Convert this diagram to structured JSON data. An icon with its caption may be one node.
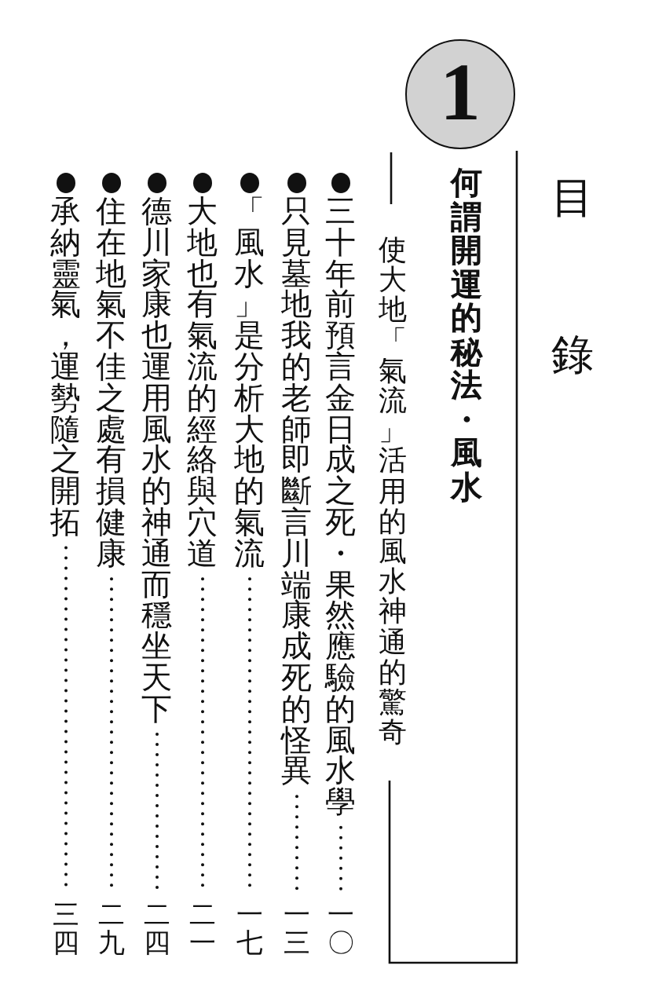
{
  "diagram": {
    "title": "目錄",
    "nodes": [
      {
        "text": [
          "1"
        ]
      }
    ],
    "labels": [
      "何謂開運的秘法・風水",
      "使大地「氣流」活用的風水神通的驚奇",
      "三十年前預言金日成之死・果然應驗的風水學",
      "一〇",
      "只見墓地我的老師即斷言川端康成死的怪異",
      "一三",
      "「風水」是分析大地的氣流",
      "一七",
      "大地也有氣流的經絡與穴道",
      "二一",
      "德川家康也運用風水的神通而穩坐天下",
      "二四",
      "住在地氣不佳之處有損健康",
      "二九",
      "承納靈氣，運勢隨之開拓",
      "三四"
    ]
  }
}
